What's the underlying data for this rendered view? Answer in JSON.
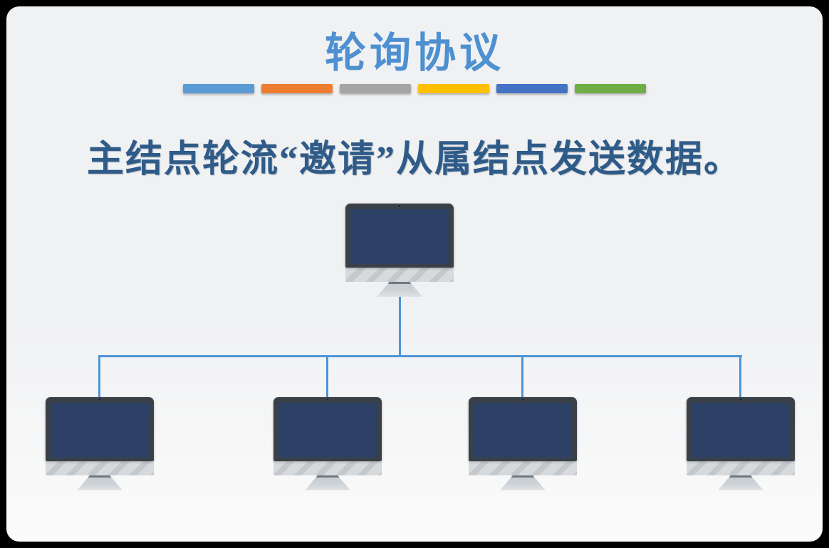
{
  "slide": {
    "title": "轮询协议",
    "subtitle": "主结点轮流“邀请”从属结点发送数据。",
    "divider_colors": [
      "#5B9BD5",
      "#ED7D31",
      "#A5A5A5",
      "#FFC000",
      "#4472C4",
      "#70AD47"
    ],
    "colors": {
      "title_text": "#4E90D0",
      "subtitle_text": "#2F5B88",
      "background_top": "#F0F1F3",
      "background_bottom": "#FBFBFB",
      "outer_frame": "#000000",
      "connector": "#4D95D8",
      "monitor_bezel": "#394048",
      "monitor_screen": "#2D4065",
      "monitor_chin": "#D7DADD",
      "monitor_stand": "#CDD2D6"
    },
    "diagram": {
      "type": "tree",
      "description": "One master computer on top connected by a vertical drop to a horizontal bus line that branches down to four slave computers.",
      "nodes": [
        {
          "id": "master-node",
          "kind": "computer",
          "row": "top"
        },
        {
          "id": "slave-node-1",
          "kind": "computer",
          "row": "bottom"
        },
        {
          "id": "slave-node-2",
          "kind": "computer",
          "row": "bottom"
        },
        {
          "id": "slave-node-3",
          "kind": "computer",
          "row": "bottom"
        },
        {
          "id": "slave-node-4",
          "kind": "computer",
          "row": "bottom"
        }
      ],
      "edges": [
        [
          "master-node",
          "bus"
        ],
        [
          "bus",
          "slave-node-1"
        ],
        [
          "bus",
          "slave-node-2"
        ],
        [
          "bus",
          "slave-node-3"
        ],
        [
          "bus",
          "slave-node-4"
        ]
      ]
    }
  }
}
